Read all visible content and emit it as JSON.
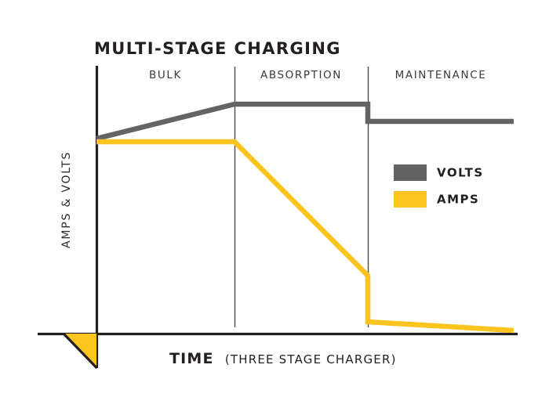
{
  "chart_data": {
    "type": "line",
    "title": "MULTI-STAGE CHARGING",
    "xlabel_main": "TIME",
    "xlabel_sub": "(THREE STAGE CHARGER)",
    "ylabel": "AMPS & VOLTS",
    "grid": false,
    "legend_position": "right-middle",
    "stages": [
      {
        "name": "BULK",
        "x_start": 0.0,
        "x_end": 0.33
      },
      {
        "name": "ABSORPTION",
        "x_start": 0.33,
        "x_end": 0.65
      },
      {
        "name": "MAINTENANCE",
        "x_start": 0.65,
        "x_end": 1.0
      }
    ],
    "series": [
      {
        "name": "VOLTS",
        "color": "#636363",
        "points": [
          {
            "x": 0.0,
            "y": 0.62
          },
          {
            "x": 0.33,
            "y": 0.77
          },
          {
            "x": 0.65,
            "y": 0.77
          },
          {
            "x": 0.65,
            "y": 0.7
          },
          {
            "x": 1.0,
            "y": 0.7
          }
        ]
      },
      {
        "name": "AMPS",
        "color": "#fbc41f",
        "points": [
          {
            "x": 0.0,
            "y": 0.61
          },
          {
            "x": 0.33,
            "y": 0.61
          },
          {
            "x": 0.65,
            "y": 0.23
          },
          {
            "x": 0.65,
            "y": 0.035
          },
          {
            "x": 1.0,
            "y": 0.015
          }
        ]
      }
    ],
    "legend": [
      {
        "label": "VOLTS",
        "color": "#636363"
      },
      {
        "label": "AMPS",
        "color": "#fbc41f"
      }
    ],
    "annotations": [
      {
        "name": "origin-triangle",
        "color": "#fbc41f",
        "description": "filled triangle below x-axis at origin"
      }
    ],
    "axes": {
      "axis_color": "#231f20",
      "divider_color": "#4a4a4a",
      "xlim": [
        0,
        1
      ],
      "ylim": [
        0,
        1
      ]
    }
  }
}
